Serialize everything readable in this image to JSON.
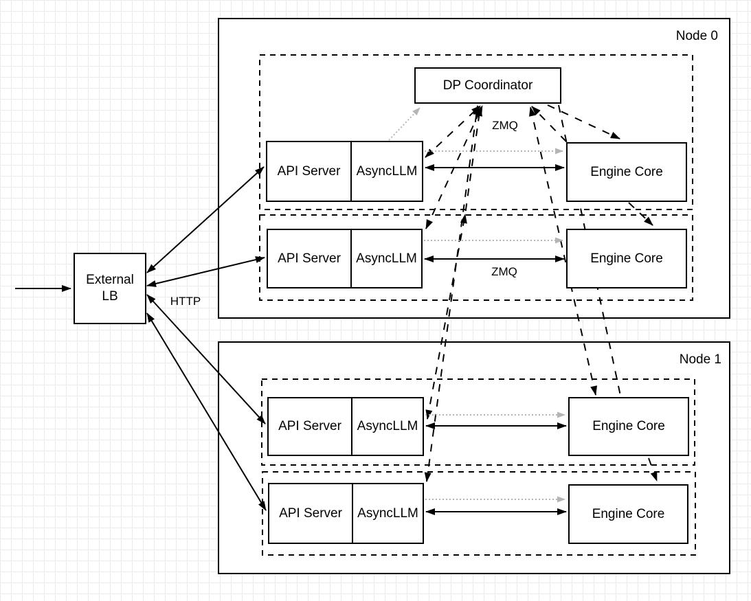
{
  "diagram_title": "",
  "external_lb": {
    "label": "External LB"
  },
  "dp_coordinator": {
    "label": "DP Coordinator"
  },
  "nodes": [
    {
      "label": "Node 0",
      "workers": [
        {
          "api_server": "API Server",
          "async_llm": "AsyncLLM",
          "engine_core": "Engine Core"
        },
        {
          "api_server": "API Server",
          "async_llm": "AsyncLLM",
          "engine_core": "Engine Core"
        }
      ]
    },
    {
      "label": "Node 1",
      "workers": [
        {
          "api_server": "API Server",
          "async_llm": "AsyncLLM",
          "engine_core": "Engine Core"
        },
        {
          "api_server": "API Server",
          "async_llm": "AsyncLLM",
          "engine_core": "Engine Core"
        }
      ]
    }
  ],
  "edge_labels": {
    "zmq_coordinator": "ZMQ",
    "zmq_engine": "ZMQ",
    "http": "HTTP"
  },
  "edges": [
    {
      "from": "inbound-traffic",
      "to": "external-lb",
      "style": "solid-arrow"
    },
    {
      "from": "external-lb",
      "to": "api-server-n0-r1",
      "style": "solid-bidirectional",
      "label": "HTTP"
    },
    {
      "from": "external-lb",
      "to": "api-server-n0-r2",
      "style": "solid-bidirectional",
      "label": "HTTP"
    },
    {
      "from": "external-lb",
      "to": "api-server-n1-r1",
      "style": "solid-bidirectional",
      "label": "HTTP"
    },
    {
      "from": "external-lb",
      "to": "api-server-n1-r2",
      "style": "solid-bidirectional",
      "label": "HTTP"
    },
    {
      "from": "async-llm-n0-r1",
      "to": "engine-core-n0-r1",
      "style": "solid-bidirectional",
      "label": "ZMQ"
    },
    {
      "from": "async-llm-n0-r2",
      "to": "engine-core-n0-r2",
      "style": "solid-bidirectional",
      "label": "ZMQ"
    },
    {
      "from": "async-llm-n1-r1",
      "to": "engine-core-n1-r1",
      "style": "solid-bidirectional",
      "label": "ZMQ"
    },
    {
      "from": "async-llm-n1-r2",
      "to": "engine-core-n1-r2",
      "style": "solid-bidirectional",
      "label": "ZMQ"
    },
    {
      "from": "async-llm-n0-r1",
      "to": "dp-coordinator",
      "style": "dashed-bidirectional",
      "label": "ZMQ"
    },
    {
      "from": "async-llm-n0-r2",
      "to": "dp-coordinator",
      "style": "dashed-bidirectional"
    },
    {
      "from": "async-llm-n1-r1",
      "to": "dp-coordinator",
      "style": "dashed-bidirectional"
    },
    {
      "from": "async-llm-n1-r2",
      "to": "dp-coordinator",
      "style": "dashed-bidirectional"
    },
    {
      "from": "dp-coordinator",
      "to": "engine-core-n0-r1",
      "style": "dashed-bidirectional"
    },
    {
      "from": "engine-core-n0-r1",
      "to": "engine-core-n0-r2",
      "style": "dashed-arrow"
    },
    {
      "from": "dp-coordinator",
      "to": "engine-core-n1-r1",
      "style": "dashed-bidirectional"
    },
    {
      "from": "engine-core-n1-r1",
      "to": "engine-core-n1-r2",
      "style": "dashed-arrow"
    },
    {
      "from": "async-llm-n0-r1",
      "to": "dp-coordinator",
      "style": "dotted-gray-arrow"
    },
    {
      "from": "async-llm-n0-r1",
      "to": "engine-core-n0-r1",
      "style": "dotted-gray-arrow"
    },
    {
      "from": "async-llm-n0-r2",
      "to": "engine-core-n0-r2",
      "style": "dotted-gray-arrow"
    },
    {
      "from": "async-llm-n1-r1",
      "to": "engine-core-n1-r1",
      "style": "dotted-gray-arrow"
    },
    {
      "from": "async-llm-n1-r2",
      "to": "engine-core-n1-r2",
      "style": "dotted-gray-arrow"
    }
  ],
  "colors": {
    "line": "#000000",
    "dotted_line": "#b5b5b5",
    "box_fill": "#ffffff",
    "grid": "#ebebeb"
  }
}
